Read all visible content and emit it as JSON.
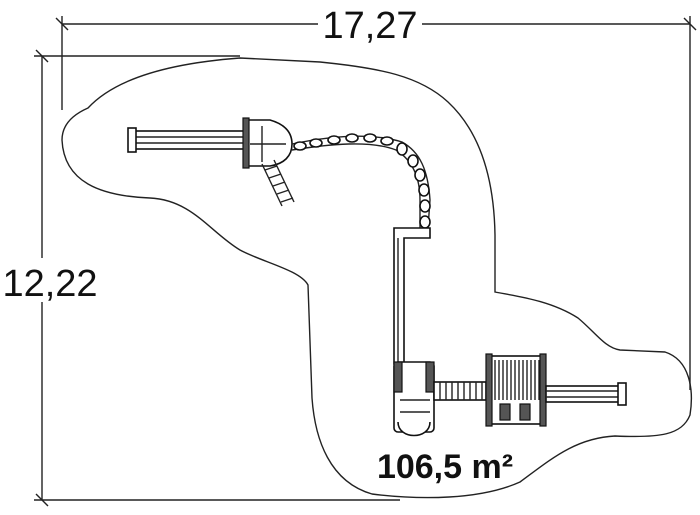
{
  "dimensions": {
    "width_label": "17,27",
    "height_label": "12,22"
  },
  "area_label": "106,5 m²"
}
